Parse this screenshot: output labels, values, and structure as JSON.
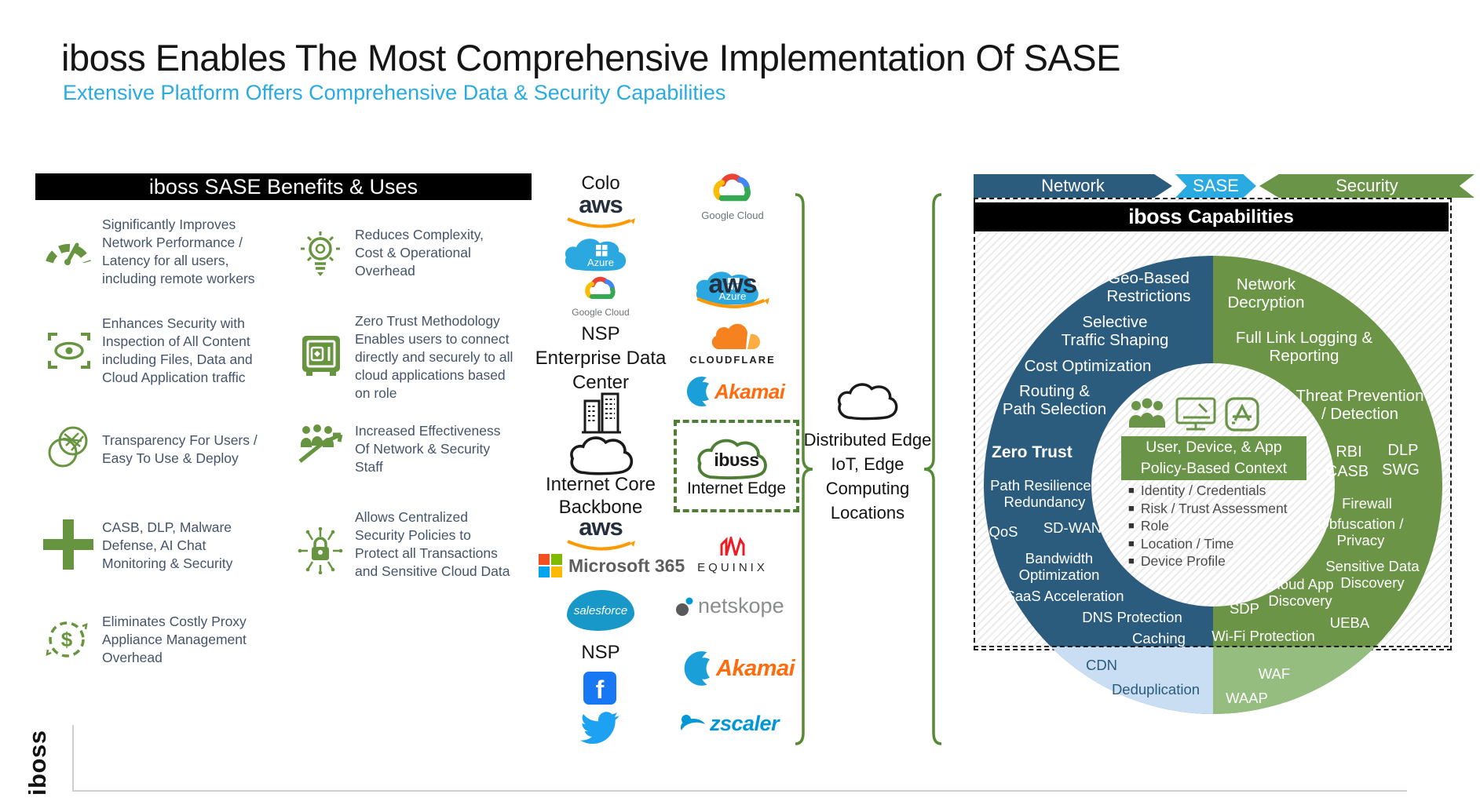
{
  "header": {
    "title": "iboss Enables The Most Comprehensive Implementation Of SASE",
    "subtitle": "Extensive Platform Offers Comprehensive Data & Security Capabilities"
  },
  "benefits": {
    "heading": "iboss SASE Benefits & Uses",
    "items": [
      "Significantly Improves Network  Performance / Latency for all users, including remote workers",
      "Enhances Security with Inspection of All Content including Files, Data and Cloud Application traffic",
      "Transparency For Users / Easy To Use & Deploy",
      "CASB, DLP, Malware Defense, AI Chat Monitoring & Security",
      "Eliminates Costly Proxy Appliance Management Overhead",
      "Reduces Complexity, Cost & Operational Overhead",
      "Zero Trust Methodology Enables users to connect directly and securely to all cloud applications based on role",
      "Increased Effectiveness Of Network & Security Staff",
      "Allows Centralized Security Policies to Protect all Transactions and Sensitive Cloud Data"
    ]
  },
  "logos": {
    "colo": "Colo",
    "aws": "aws",
    "azure": "Azure",
    "google_cloud": "Google Cloud",
    "nsp_dc_1": "NSP",
    "nsp_dc_2": "Enterprise Data",
    "nsp_dc_3": "Center",
    "internet_core": "Internet Core",
    "backbone": "Backbone",
    "microsoft365": "Microsoft 365",
    "salesforce": "salesforce",
    "nsp": "NSP",
    "facebook": "f",
    "cloudflare": "CLOUDFLARE",
    "akamai": "Akamai",
    "equinix": "EQUINIX",
    "netskope": "netskope",
    "zscaler": "zscaler",
    "iboss_brand": "iboss",
    "internet_edge": "Internet Edge"
  },
  "distributed_edge": {
    "lines": [
      "Distributed Edge",
      "IoT, Edge",
      "Computing",
      "Locations"
    ]
  },
  "capabilities": {
    "banner": {
      "network": "Network",
      "sase": "SASE",
      "security": "Security"
    },
    "bar": {
      "brand": "iboss",
      "label": "Capabilities"
    }
  },
  "donut": {
    "network": {
      "geo": [
        "Geo-Based",
        "Restrictions"
      ],
      "selective": [
        "Selective",
        "Traffic Shaping"
      ],
      "cost": [
        "Cost Optimization"
      ],
      "routing": [
        "Routing &",
        "Path Selection"
      ],
      "zero_trust": [
        "Zero Trust"
      ],
      "path_resilience": [
        "Path Resilience /",
        "Redundancy"
      ],
      "qos": [
        "QoS"
      ],
      "sdwan": [
        "SD-WAN"
      ],
      "bandwidth": [
        "Bandwidth",
        "Optimization"
      ],
      "saas": [
        "SaaS Acceleration"
      ],
      "dns": [
        "DNS Protection"
      ],
      "caching": [
        "Caching"
      ],
      "cdn": [
        "CDN"
      ],
      "dedup": [
        "Deduplication"
      ]
    },
    "security": {
      "decryption": [
        "Network",
        "Decryption"
      ],
      "logging": [
        "Full Link Logging &",
        "Reporting"
      ],
      "threat": [
        "Threat Prevention",
        "/ Detection"
      ],
      "rbi": [
        "RBI"
      ],
      "dlp": [
        "DLP"
      ],
      "casb": [
        "CASB"
      ],
      "swg": [
        "SWG"
      ],
      "firewall": [
        "Firewall"
      ],
      "obfuscation": [
        "Obfuscation /",
        "Privacy"
      ],
      "sensitive": [
        "Sensitive Data",
        "Discovery"
      ],
      "cloud_app": [
        "Cloud App",
        "Discovery"
      ],
      "sdp": [
        "SDP"
      ],
      "ueba": [
        "UEBA"
      ],
      "wifi": [
        "Wi-Fi Protection"
      ],
      "waf": [
        "WAF"
      ],
      "waap": [
        "WAAP"
      ]
    },
    "center": {
      "box_line1": "User, Device, & App",
      "box_line2": "Policy-Based Context",
      "bullets": [
        "Identity / Credentials",
        "Risk / Trust Assessment",
        "Role",
        "Location / Time",
        "Device Profile"
      ]
    }
  },
  "footer": {
    "brand": "iboss"
  },
  "colors": {
    "accent_green": "#67953f",
    "donut_green": "#6b9447",
    "donut_blue": "#2b5b7d",
    "light_blue": "#c9def2",
    "light_green": "#95bd7f",
    "sase_blue": "#29abe2",
    "slate_text": "#44546a"
  }
}
